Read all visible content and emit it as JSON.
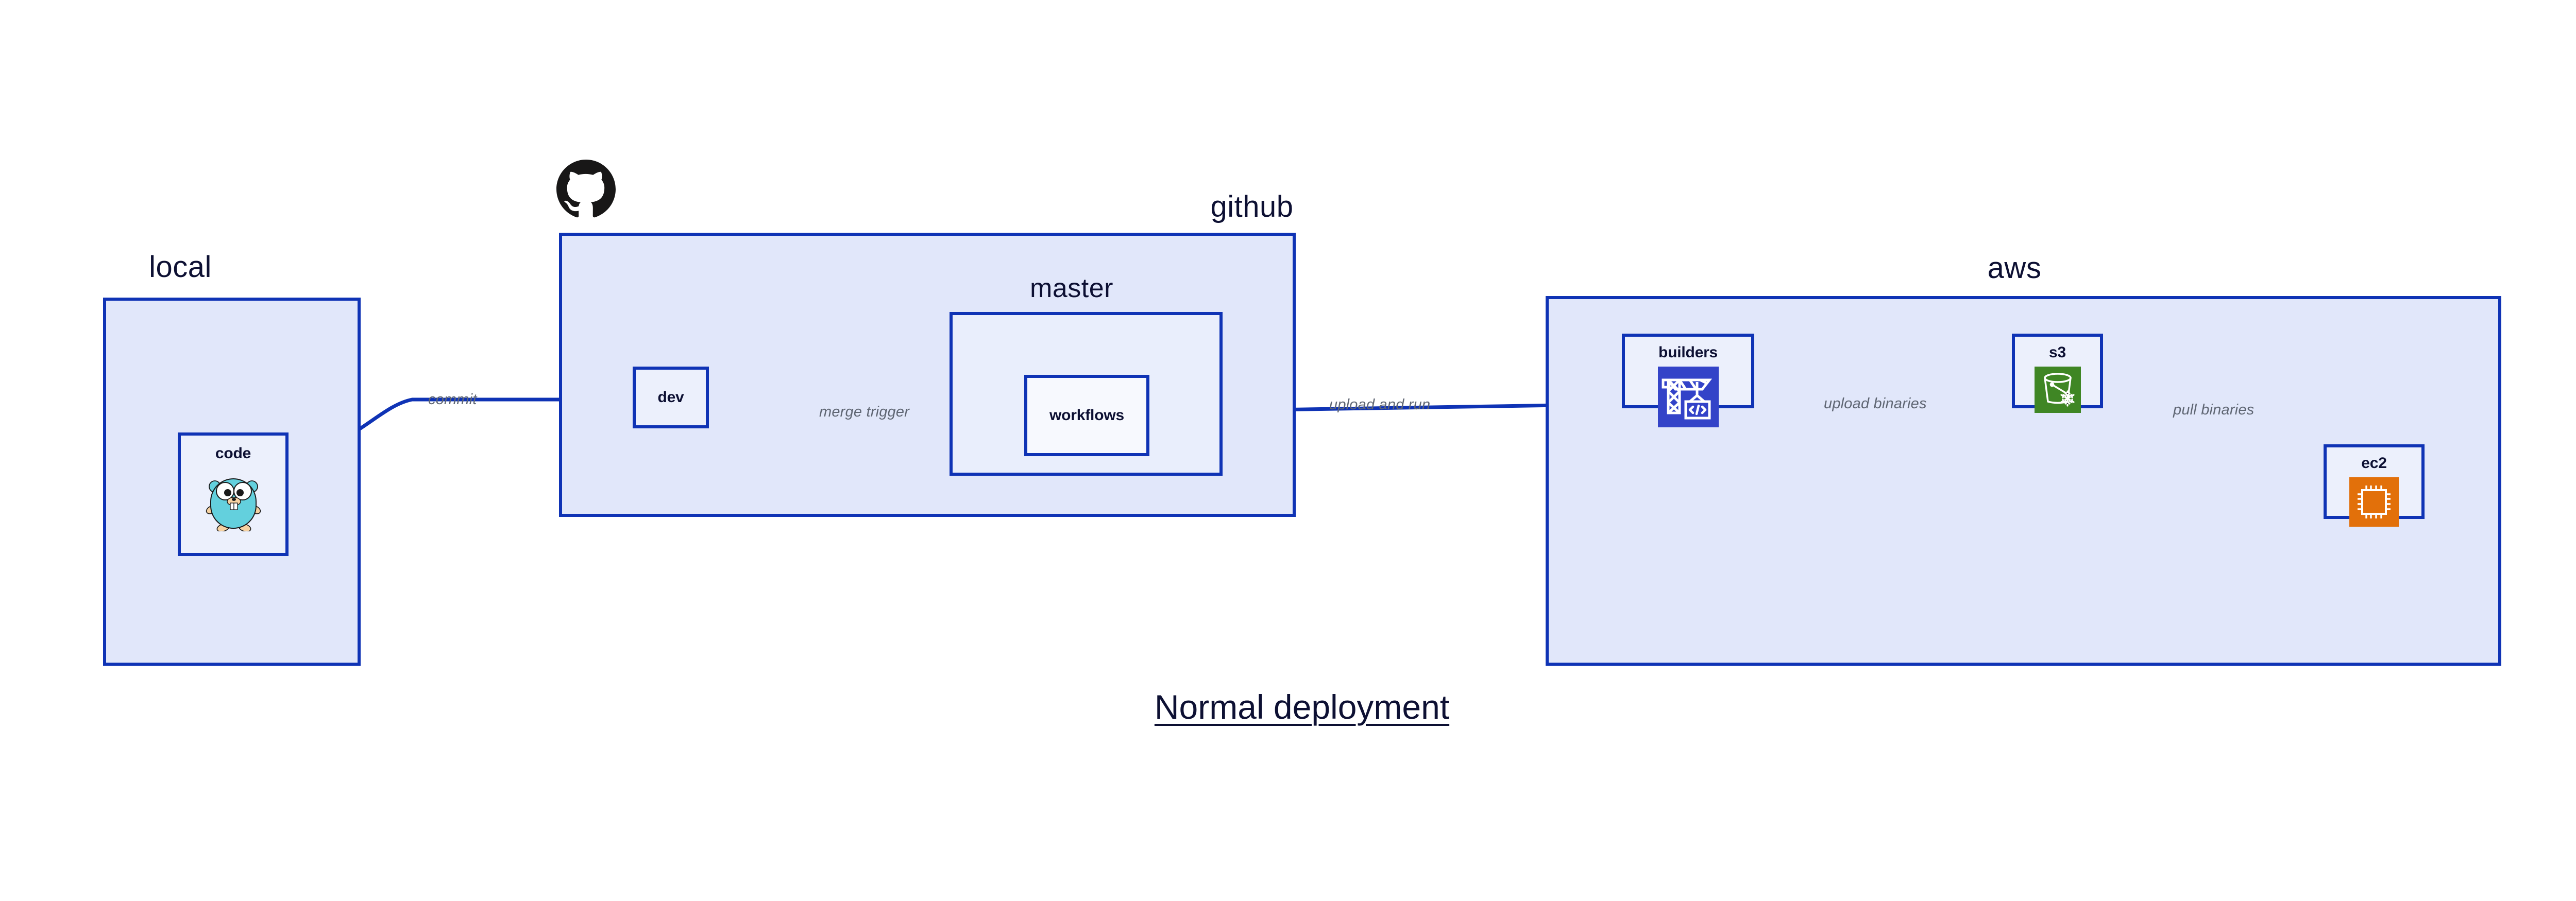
{
  "diagram": {
    "title": "Normal deployment",
    "colors": {
      "border_blue": "#0f33b5",
      "group_fill": "#e1e7fa",
      "subgroup_fill": "#e9eefc",
      "node_fill": "#ecf0fc",
      "node_fill_white": "#f7f9fe",
      "edge_label_gray": "#5f6673",
      "title_dark": "#0d1033",
      "builders_icon_bg": "#3343c8",
      "s3_icon_bg": "#3f8624",
      "ec2_icon_bg": "#e2700a",
      "gopher_body": "#63d0dd",
      "github_black": "#181717"
    }
  },
  "groups": [
    {
      "id": "local",
      "label": "local"
    },
    {
      "id": "github",
      "label": "github"
    },
    {
      "id": "aws",
      "label": "aws"
    }
  ],
  "subgroups": [
    {
      "id": "master",
      "label": "master",
      "parent": "github"
    }
  ],
  "nodes": [
    {
      "id": "code",
      "label": "code",
      "group": "local",
      "icon": "go-gopher-icon"
    },
    {
      "id": "dev",
      "label": "dev",
      "group": "github",
      "icon": "none"
    },
    {
      "id": "workflows",
      "label": "workflows",
      "group": "master",
      "icon": "none"
    },
    {
      "id": "builders",
      "label": "builders",
      "group": "aws",
      "icon": "aws-builders-crane-icon"
    },
    {
      "id": "s3",
      "label": "s3",
      "group": "aws",
      "icon": "aws-s3-bucket-icon"
    },
    {
      "id": "ec2",
      "label": "ec2",
      "group": "aws",
      "icon": "aws-ec2-chip-icon"
    }
  ],
  "edges": [
    {
      "id": "e1",
      "from": "code",
      "to": "dev",
      "label": "commit"
    },
    {
      "id": "e2",
      "from": "dev",
      "to": "workflows",
      "label": "merge trigger"
    },
    {
      "id": "e3",
      "from": "workflows",
      "to": "builders",
      "label": "upload and run"
    },
    {
      "id": "e4",
      "from": "builders",
      "to": "s3",
      "label": "upload binaries"
    },
    {
      "id": "e5",
      "from": "s3",
      "to": "ec2",
      "label": "pull binaries"
    }
  ],
  "logos": [
    {
      "id": "github-logo",
      "name": "github-octocat-logo"
    }
  ]
}
